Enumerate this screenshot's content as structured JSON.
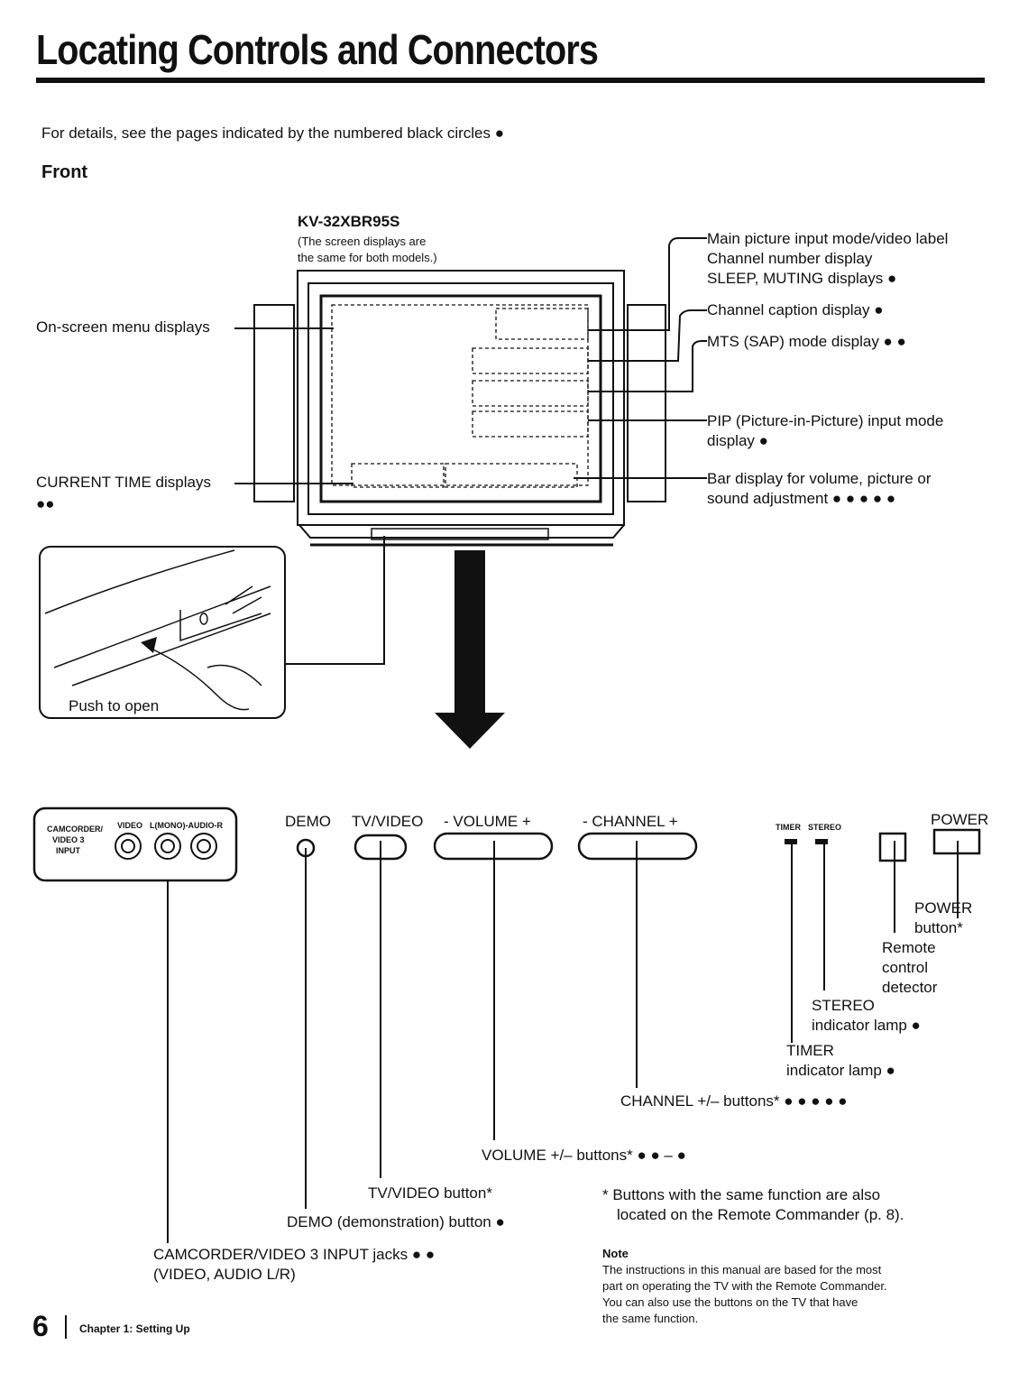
{
  "page": {
    "title": "Locating Controls and Connectors",
    "intro": "For details, see the pages indicated by the numbered black circles ●",
    "section": "Front"
  },
  "tv_diagram": {
    "model": "KV-32XBR95S",
    "model_note_1": "(The screen displays are",
    "model_note_2": "the same for both models.)",
    "left_labels": {
      "onscreen_menu": "On-screen menu displays",
      "current_time": "CURRENT TIME displays",
      "current_time_refs": "●●"
    },
    "right_labels": {
      "main_picture_1": "Main picture input mode/video label",
      "main_picture_2": "Channel number display",
      "main_picture_3": "SLEEP, MUTING displays ●",
      "channel_caption": "Channel caption display ●",
      "mts": "MTS (SAP) mode display ● ●",
      "pip_1": "PIP (Picture-in-Picture) input mode",
      "pip_2": "display ●",
      "bar_1": "Bar display for volume, picture or",
      "bar_2": "sound adjustment ● ● ● ● ●"
    },
    "push_to_open": "Push to open"
  },
  "control_panel": {
    "jack_labels": {
      "camcorder_1": "CAMCORDER/",
      "camcorder_2": "VIDEO 3",
      "camcorder_3": "INPUT",
      "video": "VIDEO",
      "audio": "L(MONO)-AUDIO-R"
    },
    "top_labels": {
      "demo": "DEMO",
      "tv_video": "TV/VIDEO",
      "volume": "-  VOLUME  +",
      "channel": "-  CHANNEL  +",
      "timer": "TIMER",
      "stereo": "STEREO",
      "power": "POWER"
    },
    "callouts": {
      "power_1": "POWER",
      "power_2": "button*",
      "remote_1": "Remote",
      "remote_2": "control",
      "remote_3": "detector",
      "stereo_1": "STEREO",
      "stereo_2": "indicator lamp ●",
      "timer_1": "TIMER",
      "timer_2": "indicator lamp ●",
      "channel_btn": "CHANNEL +/– buttons* ● ● ● ● ●",
      "volume_btn": "VOLUME +/– buttons* ● ● – ●",
      "tv_video_btn": "TV/VIDEO button*",
      "demo_btn": "DEMO (demonstration) button ●",
      "camcorder_1": "CAMCORDER/VIDEO 3 INPUT jacks ● ●",
      "camcorder_2": "(VIDEO, AUDIO L/R)"
    }
  },
  "notes": {
    "asterisk_1": "*  Buttons with the same function are also",
    "asterisk_2": "located  on the Remote Commander (p. 8).",
    "note_heading": "Note",
    "note_1": "The instructions in this manual are based for the most",
    "note_2": "part on operating the TV with the Remote Commander.",
    "note_3": "You can also use the buttons on the TV that have",
    "note_4": "the same function."
  },
  "footer": {
    "page_number": "6",
    "chapter": "Chapter 1: Setting Up"
  }
}
